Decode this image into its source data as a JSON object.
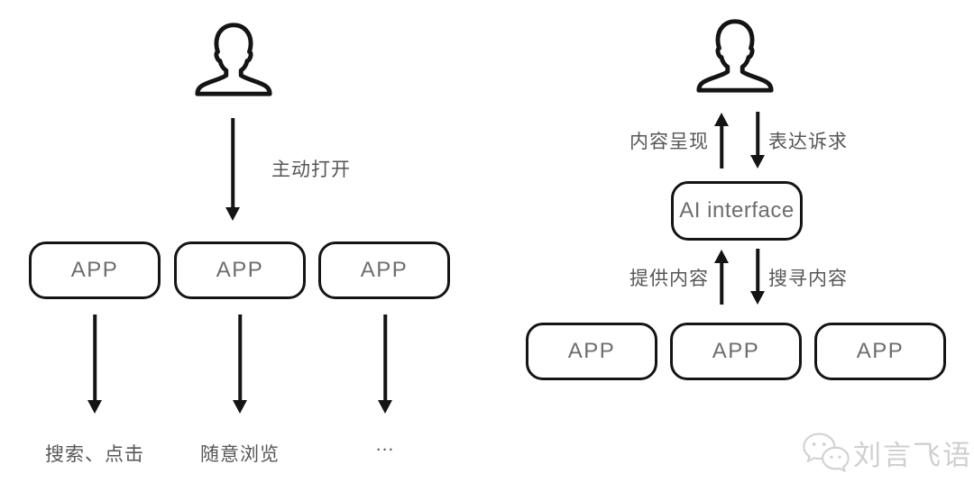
{
  "colors": {
    "background": "#ffffff",
    "line": "#141414",
    "label_text": "#565656",
    "box_text": "#6d6d6d",
    "watermark_text": "#cfcfcf"
  },
  "left_flow": {
    "user_icon": "user-silhouette-icon",
    "open_arrow_label": "主动打开",
    "app_boxes": [
      "APP",
      "APP",
      "APP"
    ],
    "behavior_labels": [
      "搜索、点击",
      "随意浏览",
      "..."
    ]
  },
  "right_flow": {
    "user_icon": "user-silhouette-icon",
    "to_user_arrow_label": "内容呈现",
    "from_user_arrow_label": "表达诉求",
    "ai_box_label": "AI interface",
    "to_ai_arrow_label": "提供内容",
    "from_ai_arrow_label": "搜寻内容",
    "app_boxes": [
      "APP",
      "APP",
      "APP"
    ]
  },
  "watermark": {
    "icon": "wechat-icon",
    "text": "刘言飞语"
  }
}
